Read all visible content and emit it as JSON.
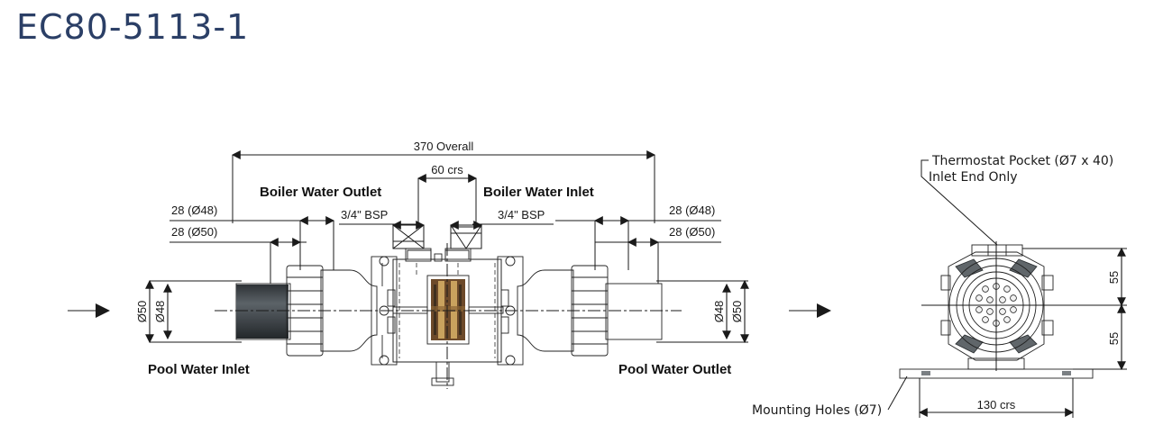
{
  "title": "EC80-5113-1",
  "colors": {
    "title": "#2b3f66",
    "line": "#1a1a1a",
    "body_green": "#8a9a8d",
    "pipe_dark": "#3f4448",
    "copper": "#6d4a2a",
    "brass": "#c9a25e",
    "end_view_gray": "#6a6e72"
  },
  "side_view": {
    "dimensions": {
      "overall": "370 Overall",
      "crs": "60 crs",
      "left_upper": "28 (Ø48)",
      "left_lower": "28 (Ø50)",
      "right_upper": "28 (Ø48)",
      "right_lower": "28 (Ø50)",
      "left_dia_outer": "Ø50",
      "left_dia_inner": "Ø48",
      "right_dia_inner": "Ø48",
      "right_dia_outer": "Ø50"
    },
    "labels": {
      "boiler_outlet": "Boiler Water Outlet",
      "boiler_outlet_thread": "3/4\" BSP",
      "boiler_inlet": "Boiler Water Inlet",
      "boiler_inlet_thread": "3/4\" BSP",
      "pool_inlet": "Pool Water Inlet",
      "pool_outlet": "Pool Water Outlet"
    }
  },
  "end_view": {
    "notes": {
      "thermostat_line1": "Thermostat Pocket (Ø7 x 40)",
      "thermostat_line2": "Inlet End Only",
      "mounting_holes": "Mounting Holes (Ø7)"
    },
    "dimensions": {
      "height_upper": "55",
      "height_lower": "55",
      "width_crs": "130 crs"
    }
  }
}
